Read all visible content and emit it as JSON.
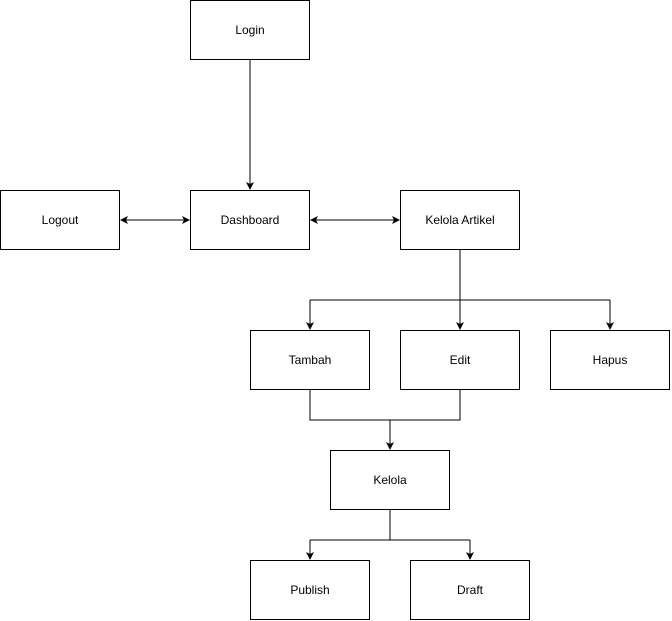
{
  "nodes": {
    "login": "Login",
    "dashboard": "Dashboard",
    "logout": "Logout",
    "kelola_artikel": "Kelola Artikel",
    "tambah": "Tambah",
    "edit": "Edit",
    "hapus": "Hapus",
    "kelola": "Kelola",
    "publish": "Publish",
    "draft": "Draft"
  },
  "colors": {
    "stroke": "#000000",
    "background": "#ffffff"
  }
}
